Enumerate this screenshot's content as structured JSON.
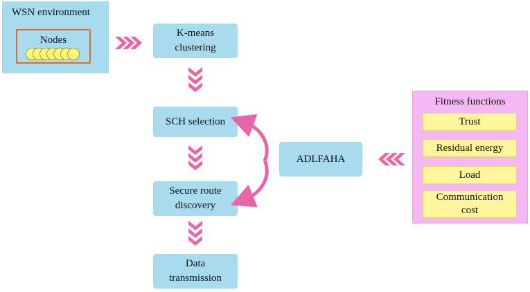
{
  "wsn": {
    "title": "WSN environment",
    "nodes_label": "Nodes"
  },
  "flow": {
    "kmeans": "K-means\nclustering",
    "sch": "SCH selection",
    "secure_route": "Secure route\ndiscovery",
    "data": "Data\ntransmission"
  },
  "optimizer": "ADLFAHA",
  "fitness": {
    "title": "Fitness functions",
    "items": [
      "Trust",
      "Residual energy",
      "Load",
      "Communication\ncost"
    ]
  },
  "colors": {
    "process_box": "#a9dbef",
    "fitness_panel": "#f6b8f4",
    "fitness_item": "#fff59d",
    "arrow": "#e865a7",
    "nodes_border": "#e46c26"
  }
}
